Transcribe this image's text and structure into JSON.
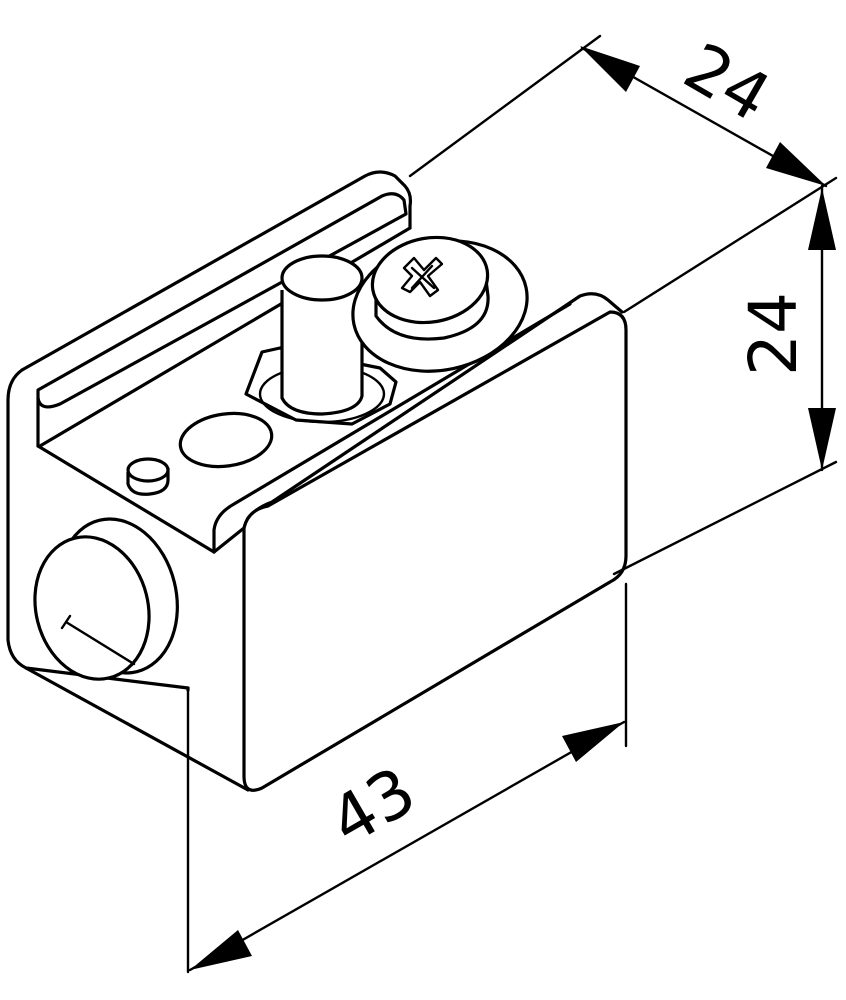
{
  "dimensions": {
    "width_label": "24",
    "height_label": "24",
    "length_label": "43"
  },
  "colors": {
    "line": "#000000",
    "background": "#ffffff"
  }
}
